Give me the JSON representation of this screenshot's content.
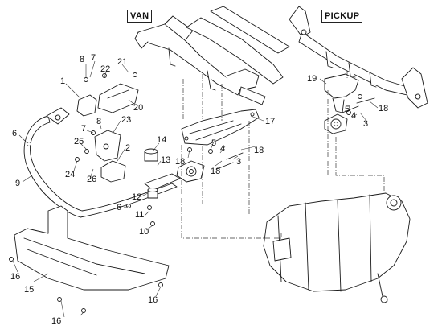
{
  "variants": {
    "van": "VAN",
    "pickup": "PICKUP"
  },
  "callouts": {
    "c1": "1",
    "c2": "2",
    "c3a": "3",
    "c3b": "3",
    "c4a": "4",
    "c4b": "4",
    "c5a": "5",
    "c5b": "5",
    "c6a": "6",
    "c6b": "6",
    "c7a": "7",
    "c7b": "7",
    "c8a": "8",
    "c8b": "8",
    "c9": "9",
    "c10": "10",
    "c11": "11",
    "c12": "12",
    "c13": "13",
    "c14": "14",
    "c15": "15",
    "c16a": "16",
    "c16b": "16",
    "c16c": "16",
    "c17": "17",
    "c18a": "18",
    "c18b": "18",
    "c18c": "18",
    "c18d": "18",
    "c19": "19",
    "c20": "20",
    "c21": "21",
    "c22": "22",
    "c23": "23",
    "c24": "24",
    "c25": "25",
    "c26": "26"
  },
  "colors": {
    "line": "#1a1a1a",
    "leader": "#333333",
    "fill": "#ffffff"
  }
}
